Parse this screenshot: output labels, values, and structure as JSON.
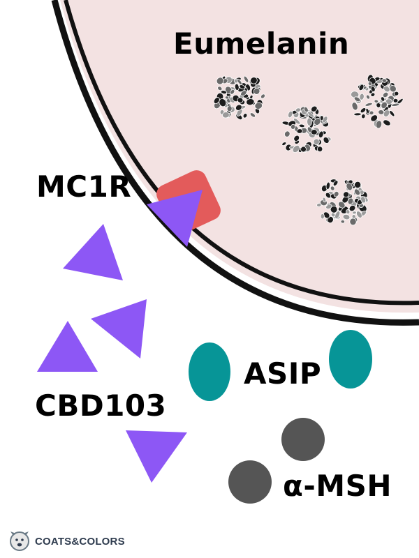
{
  "labels": {
    "pigment": "Eumelanin",
    "receptor": "MC1R",
    "antagonist": "ASIP",
    "ligand_compound": "CBD103",
    "hormone": "α-MSH"
  },
  "logo": {
    "brand": "COATS&COLORS",
    "icon": "dog-face-icon"
  },
  "colors": {
    "cell_fill": "#f3e2e2",
    "membrane": "#111111",
    "receptor": "#e35b5b",
    "cbd103": "#8d57f5",
    "asip": "#079597",
    "msh": "#555555",
    "granule_dark": "#1c1c1c",
    "granule_mid": "#6a6a6a",
    "granule_light": "#9a9a9a"
  },
  "counts": {
    "melanin_granules": 4,
    "cbd103_triangles": 5,
    "asip_ovals": 2,
    "msh_circles": 2
  }
}
